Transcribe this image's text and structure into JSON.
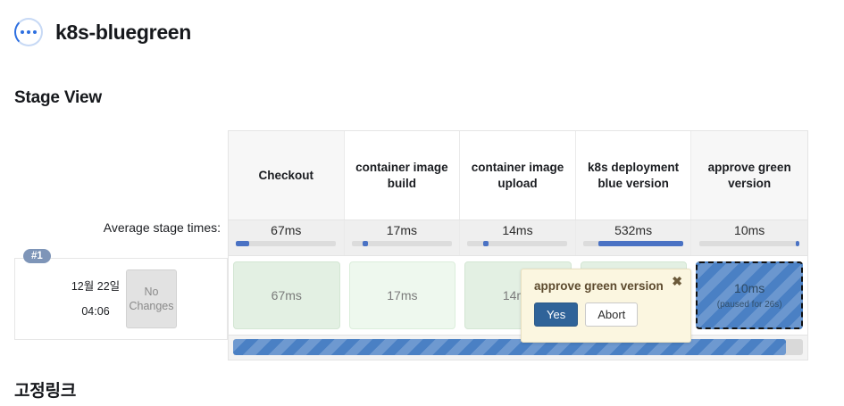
{
  "header": {
    "title": "k8s-bluegreen",
    "status_icon": "in-progress-dots-icon"
  },
  "sections": {
    "stage_view_title": "Stage View",
    "permalink_title": "고정링크"
  },
  "stage_view": {
    "average_label": "Average stage times:",
    "stages": [
      {
        "name": "Checkout",
        "average_time": "67ms",
        "bar_offset_pct": 0,
        "bar_width_pct": 13
      },
      {
        "name": "container image build",
        "average_time": "17ms",
        "bar_offset_pct": 11,
        "bar_width_pct": 5
      },
      {
        "name": "container image upload",
        "average_time": "14ms",
        "bar_offset_pct": 16,
        "bar_width_pct": 5
      },
      {
        "name": "k8s deployment blue version",
        "average_time": "532ms",
        "bar_offset_pct": 15,
        "bar_width_pct": 85
      },
      {
        "name": "approve green version",
        "average_time": "10ms",
        "bar_offset_pct": 96,
        "bar_width_pct": 4
      }
    ],
    "build": {
      "number": "#1",
      "date": "12월 22일",
      "time": "04:06",
      "changes": "No Changes",
      "cells": [
        {
          "duration": "67ms",
          "state": "success",
          "sub": ""
        },
        {
          "duration": "17ms",
          "state": "success-hover",
          "sub": ""
        },
        {
          "duration": "14ms",
          "state": "success",
          "sub": ""
        },
        {
          "duration": "",
          "state": "success",
          "sub": ""
        },
        {
          "duration": "10ms",
          "state": "paused",
          "sub": "(paused for 26s)"
        }
      ]
    },
    "progress_percent": 97
  },
  "popover": {
    "title": "approve green version",
    "close_icon": "close-x-icon",
    "yes_label": "Yes",
    "abort_label": "Abort"
  },
  "colors": {
    "accent_blue": "#2d6fe0",
    "stripe_blue": "#4a80c4",
    "success_green": "#e3f0e3",
    "popover_bg": "#fbf6e0",
    "badge_blue": "#7e95b8"
  }
}
